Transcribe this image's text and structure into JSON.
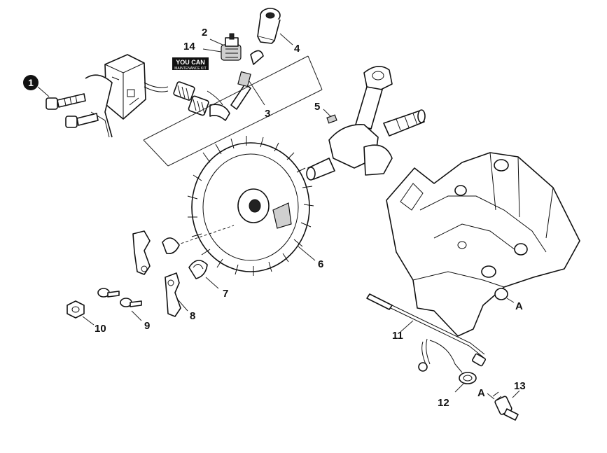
{
  "diagram": {
    "callouts": [
      {
        "id": "1",
        "label": "1",
        "shape": "filled-circle"
      },
      {
        "id": "2",
        "label": "2"
      },
      {
        "id": "3",
        "label": "3"
      },
      {
        "id": "4",
        "label": "4"
      },
      {
        "id": "5",
        "label": "5"
      },
      {
        "id": "6",
        "label": "6"
      },
      {
        "id": "7",
        "label": "7"
      },
      {
        "id": "8",
        "label": "8"
      },
      {
        "id": "9",
        "label": "9"
      },
      {
        "id": "10",
        "label": "10"
      },
      {
        "id": "11",
        "label": "11"
      },
      {
        "id": "12",
        "label": "12"
      },
      {
        "id": "13",
        "label": "13"
      },
      {
        "id": "14",
        "label": "14"
      }
    ],
    "connection_markers": [
      "A",
      "A"
    ],
    "badge": {
      "line1": "YOU CAN",
      "line2": "MAINTENANCE KIT"
    }
  }
}
